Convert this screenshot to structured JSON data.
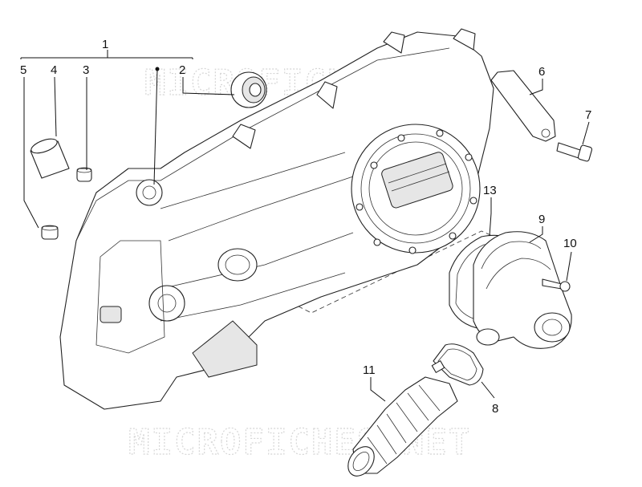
{
  "watermark": {
    "text": "MICROFICHES.NET"
  },
  "callouts": [
    {
      "id": "1",
      "label": "1"
    },
    {
      "id": "2",
      "label": "2"
    },
    {
      "id": "3",
      "label": "3"
    },
    {
      "id": "4",
      "label": "4"
    },
    {
      "id": "5",
      "label": "5"
    },
    {
      "id": "6",
      "label": "6"
    },
    {
      "id": "7",
      "label": "7"
    },
    {
      "id": "8",
      "label": "8"
    },
    {
      "id": "9",
      "label": "9"
    },
    {
      "id": "10",
      "label": "10"
    },
    {
      "id": "11",
      "label": "11"
    },
    {
      "id": "13",
      "label": "13"
    }
  ],
  "colors": {
    "line": "#222222",
    "watermark": "#d6d6d6",
    "background": "#ffffff"
  }
}
